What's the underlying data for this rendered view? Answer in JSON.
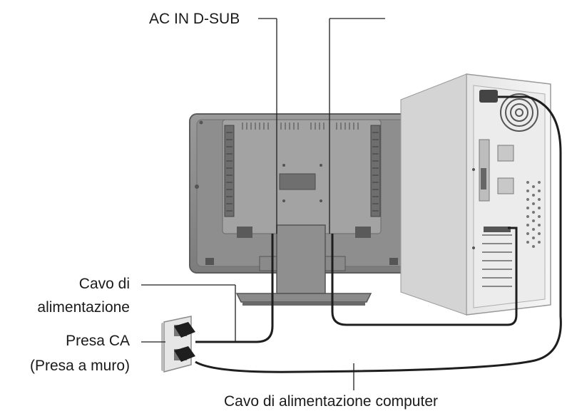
{
  "labels": {
    "ac_in": "AC IN",
    "d_sub": "D-SUB",
    "power_cable_line1": "Cavo di",
    "power_cable_line2": "alimentazione",
    "ac_outlet_line1": "Presa CA",
    "ac_outlet_line2": "(Presa a muro)",
    "computer_power_cable": "Cavo di alimentazione computer"
  }
}
